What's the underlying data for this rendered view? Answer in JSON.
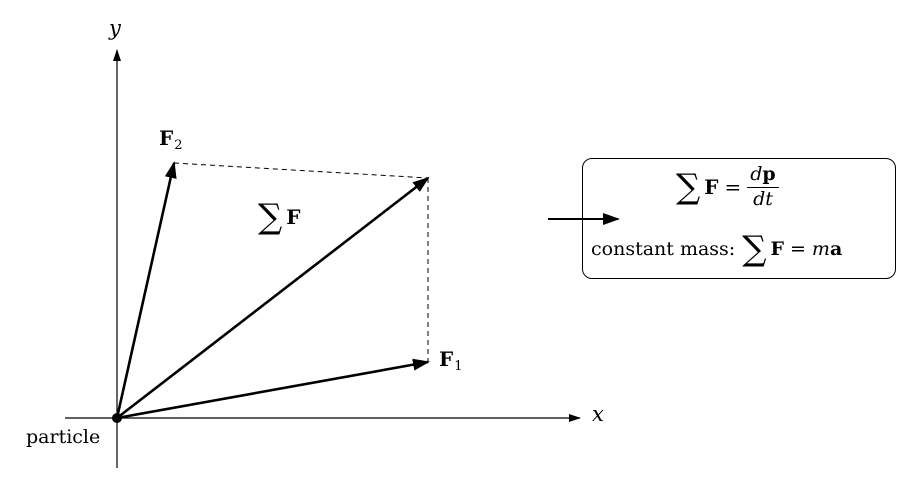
{
  "axes": {
    "x_label": "x",
    "y_label": "y"
  },
  "particle": {
    "label": "particle"
  },
  "forces": {
    "f1": {
      "symbol": "F",
      "subscript": "1"
    },
    "f2": {
      "symbol": "F",
      "subscript": "2"
    },
    "resultant": {
      "sigma": "∑",
      "symbol": "F"
    }
  },
  "result_box": {
    "eq1": {
      "sigma": "∑",
      "lhs": "F",
      "equals": "=",
      "numerator_d": "d",
      "numerator_p": "p",
      "denominator": "dt"
    },
    "eq2": {
      "prefix": "constant mass:",
      "sigma": "∑",
      "lhs": "F",
      "equals": "=",
      "rhs_m": "m",
      "rhs_a": "a"
    }
  },
  "colors": {
    "ink": "#000000",
    "background": "#ffffff"
  }
}
